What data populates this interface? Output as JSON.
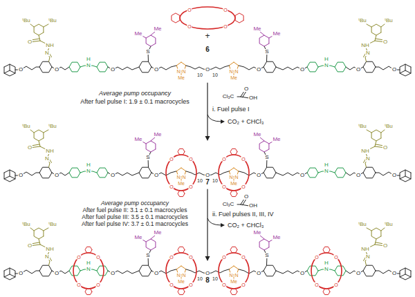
{
  "diagram": {
    "labels": [
      "+",
      "O",
      "O",
      "O",
      "O",
      "ᵗBu",
      "ᵗBu",
      "O",
      "NH",
      "N",
      "O",
      "O",
      "H",
      "N",
      "O",
      "S",
      "Me",
      "Me",
      "O",
      "N",
      "N",
      "Me",
      "10",
      "ᵗBu",
      "ᵗBu",
      "O",
      "NH",
      "N",
      "O",
      "O",
      "H",
      "N",
      "O",
      "S",
      "Me",
      "Me",
      "O",
      "N",
      "N",
      "Me",
      "10",
      "O",
      "6",
      "Average pump occupancy",
      "After fuel pulse I: 1.9 ± 0.1 macrocycles",
      "Cl₃C",
      "O",
      "OH",
      "i. Fuel pulse I",
      "CO₂ + CHCl₃",
      "O",
      "O",
      "O",
      "O",
      "O",
      "O",
      "O",
      "O",
      "ᵗBu",
      "ᵗBu",
      "O",
      "NH",
      "N",
      "O",
      "O",
      "H",
      "N",
      "O",
      "S",
      "Me",
      "Me",
      "O",
      "N",
      "N",
      "Me",
      "10",
      "ᵗBu",
      "ᵗBu",
      "O",
      "NH",
      "N",
      "O",
      "O",
      "H",
      "N",
      "O",
      "S",
      "Me",
      "Me",
      "O",
      "N",
      "N",
      "Me",
      "10",
      "O",
      "7",
      "Average pump occupancy",
      "After fuel pulse II: 3.1 ± 0.1 macrocycles",
      "After fuel pulse III: 3.5 ± 0.1 macrocycles",
      "After fuel pulse IV: 3.7 ± 0.1 macrocycles",
      "Cl₃C",
      "O",
      "OH",
      "ii. Fuel pulses II, III, IV",
      "CO₂ + CHCl₃",
      "O",
      "O",
      "O",
      "O",
      "O",
      "O",
      "O",
      "O",
      "O",
      "O",
      "O",
      "O",
      "O",
      "O",
      "O",
      "O",
      "ᵗBu",
      "ᵗBu",
      "O",
      "NH",
      "N",
      "O",
      "O",
      "H",
      "N",
      "O",
      "S",
      "Me",
      "Me",
      "O",
      "N",
      "N",
      "Me",
      "10",
      "ᵗBu",
      "ᵗBu",
      "O",
      "NH",
      "N",
      "O",
      "O",
      "H",
      "N",
      "O",
      "S",
      "Me",
      "Me",
      "O",
      "N",
      "N",
      "Me",
      "10",
      "O",
      "8"
    ]
  }
}
